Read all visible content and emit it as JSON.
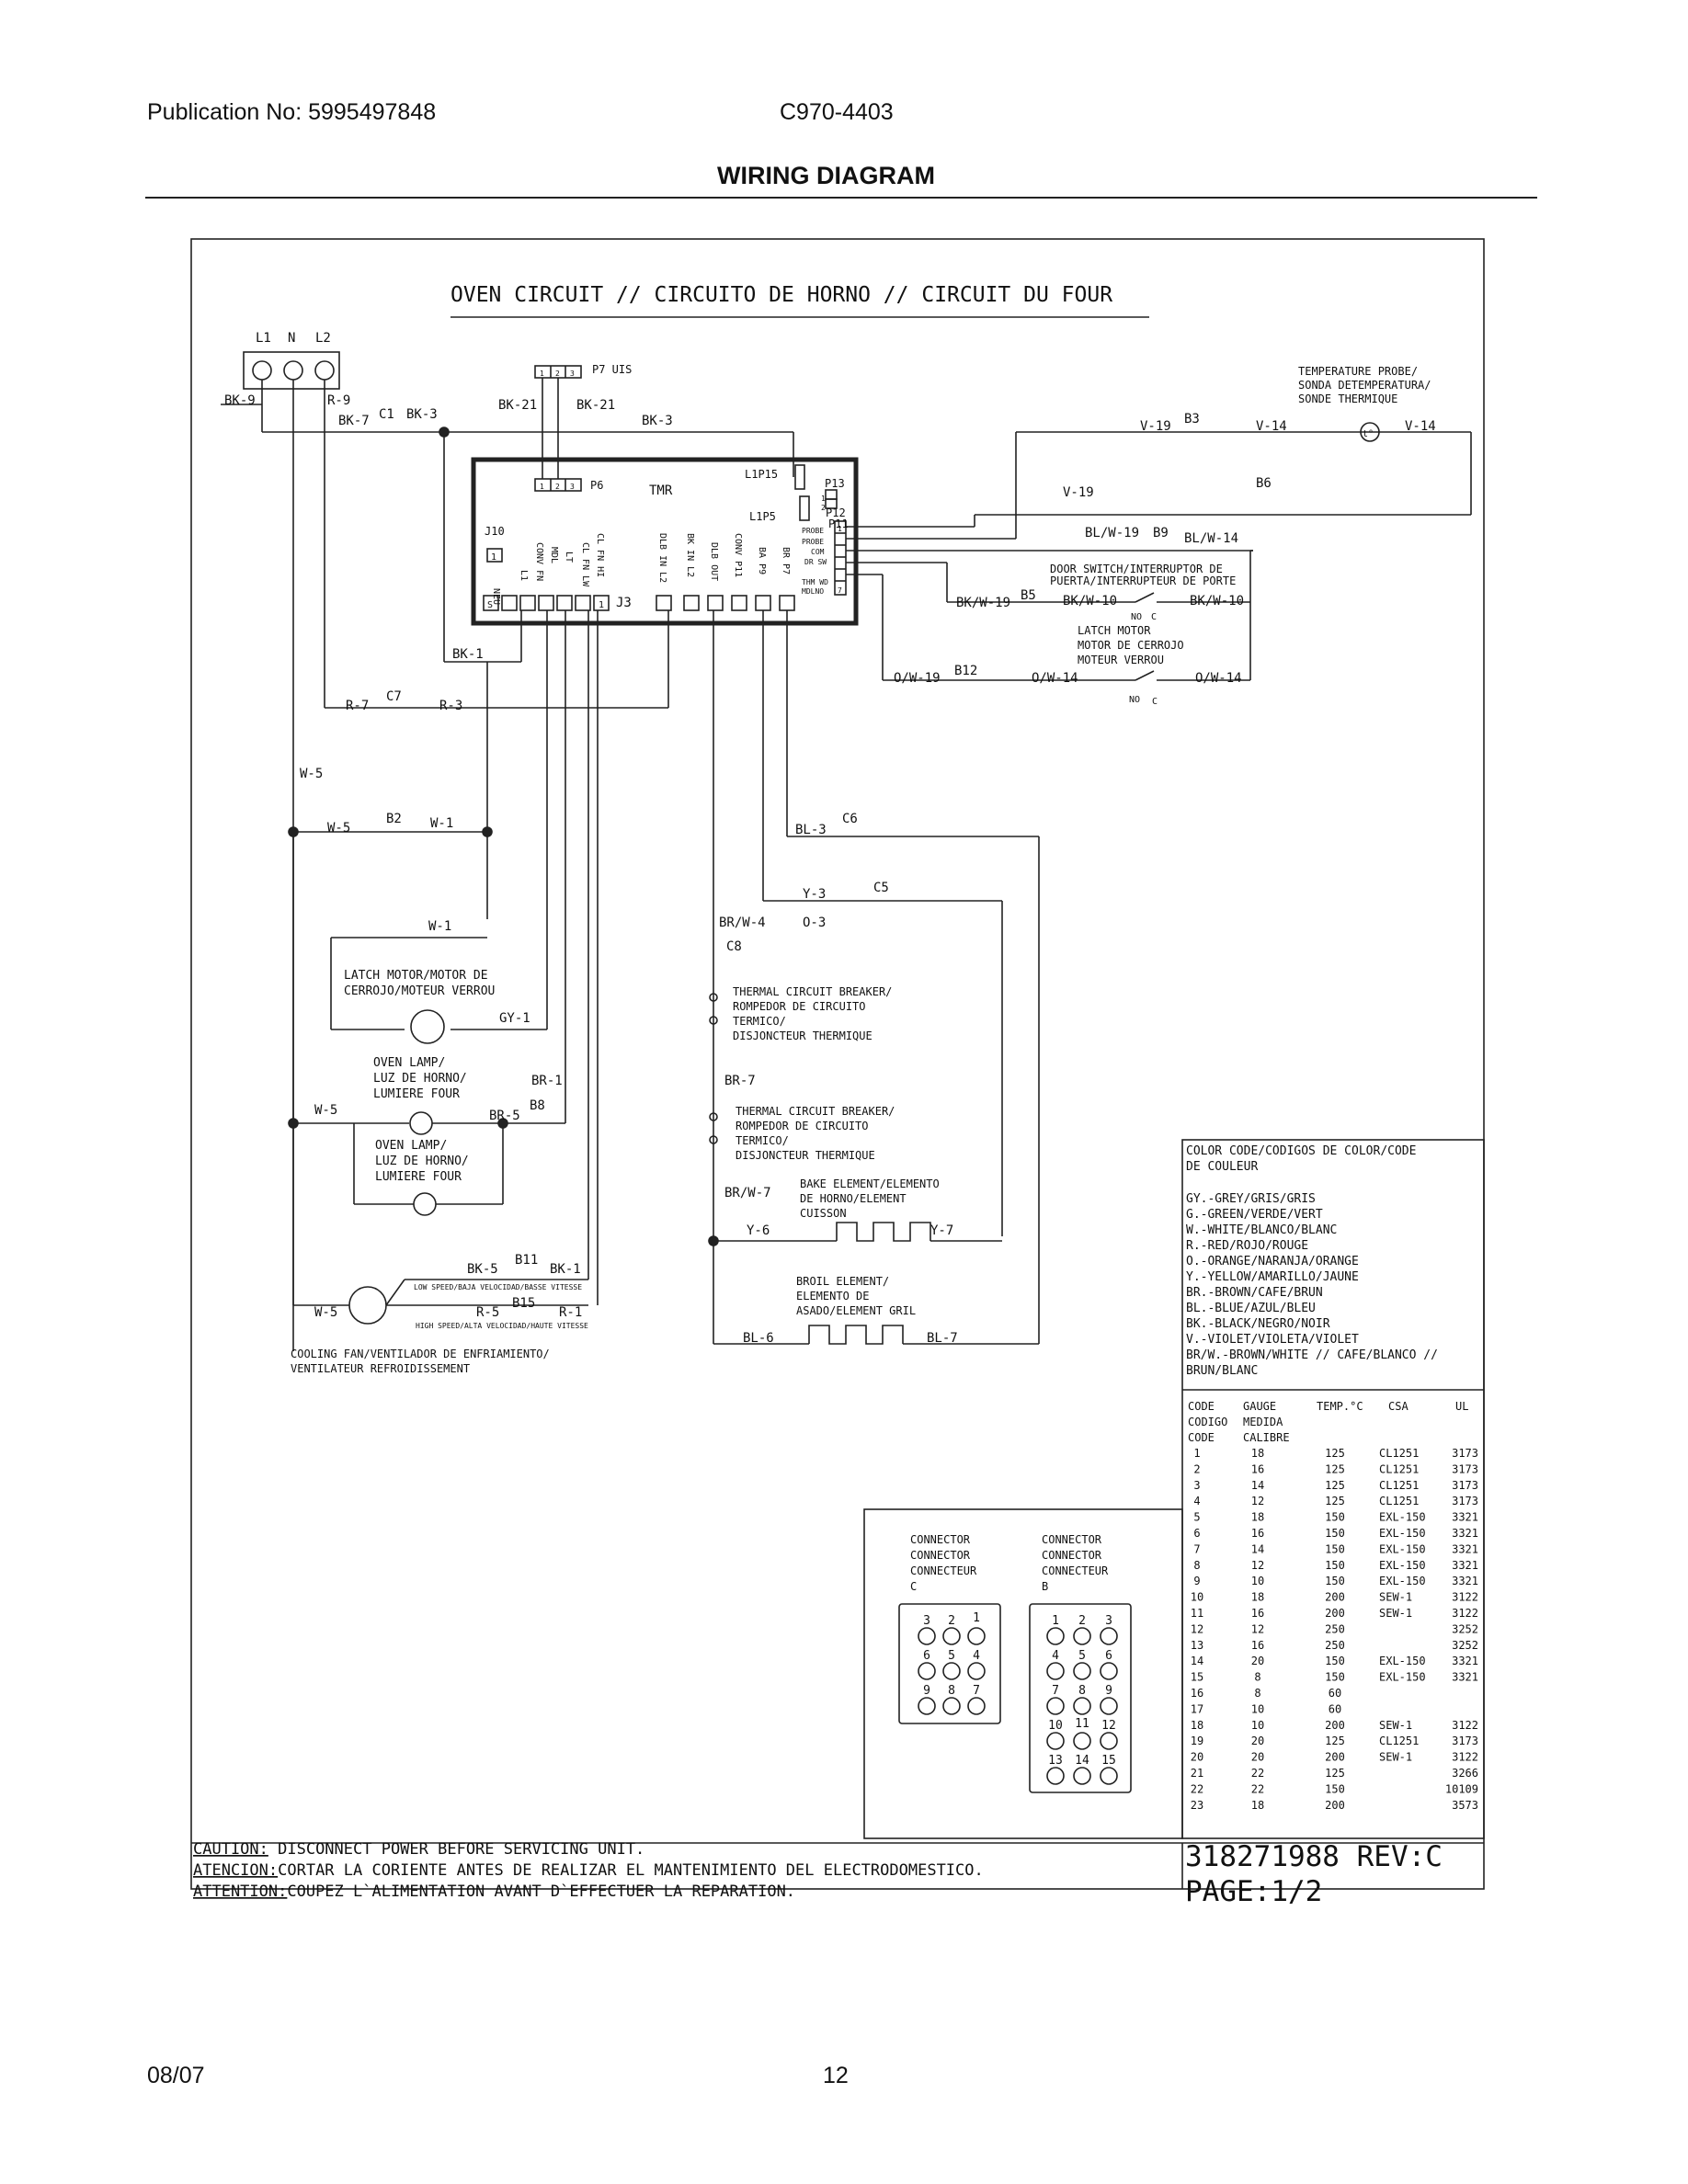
{
  "header": {
    "publication": "Publication No: 5995497848",
    "model": "C970-4403",
    "title": "WIRING DIAGRAM"
  },
  "footer": {
    "date": "08/07",
    "page": "12"
  },
  "diagram": {
    "title": "OVEN CIRCUIT // CIRCUITO DE HORNO // CIRCUIT DU FOUR",
    "terminals": [
      "L1",
      "N",
      "L2"
    ],
    "board": {
      "name": "TMR",
      "j10": "J10",
      "j3": "J3",
      "p6": "P6",
      "p7": "P7 UIS",
      "p13": "P13",
      "p12": "P12",
      "p11": "P11",
      "l1p15": "L1P15",
      "l1p5": "L1P5",
      "pin_labels": [
        "NEU",
        "L1",
        "CONV FN",
        "MDL",
        "LT",
        "CL FN LW",
        "CL FN HI",
        "DLB IN L2",
        "BK IN L2",
        "DLB OUT",
        "CONV P11",
        "BA P9",
        "BR P7"
      ],
      "pin_s": "S",
      "pin_1": "1",
      "p11_labels": [
        "PROBE",
        "PROBE",
        "COM",
        "DR SW",
        "THM WD",
        "MDLNO"
      ],
      "p11_pin1": "1",
      "p11_pin7": "7",
      "small_nums": [
        "1",
        "2",
        "3",
        "1",
        "2",
        "3",
        "1",
        "2",
        "1"
      ]
    },
    "wires": {
      "bk9": "BK-9",
      "r9": "R-9",
      "bk7": "BK-7",
      "c1": "C1",
      "bk3a": "BK-3",
      "bk21a": "BK-21",
      "bk21b": "BK-21",
      "bk3b": "BK-3",
      "bk1": "BK-1",
      "r7": "R-7",
      "c7": "C7",
      "r3": "R-3",
      "w5a": "W-5",
      "w5b": "W-5",
      "b2": "B2",
      "w1a": "W-1",
      "w1b": "W-1",
      "gy1": "GY-1",
      "br1": "BR-1",
      "w5c": "W-5",
      "br5": "BR-5",
      "b8": "B8",
      "bk5": "BK-5",
      "b11": "B11",
      "bk1b": "BK-1",
      "w5d": "W-5",
      "r5": "R-5",
      "b15": "B15",
      "r1": "R-1",
      "bl3": "BL-3",
      "c6": "C6",
      "y3": "Y-3",
      "c5": "C5",
      "brw4": "BR/W-4",
      "o3": "O-3",
      "c8": "C8",
      "br7": "BR-7",
      "brw7": "BR/W-7",
      "y6": "Y-6",
      "y7": "Y-7",
      "bl6": "BL-6",
      "bl7": "BL-7",
      "v19a": "V-19",
      "b3": "B3",
      "v14a": "V-14",
      "v14b": "V-14",
      "v19b": "V-19",
      "b6": "B6",
      "blw19": "BL/W-19",
      "b9": "B9",
      "blw14": "BL/W-14",
      "bkw19": "BK/W-19",
      "b5": "B5",
      "bkw10a": "BK/W-10",
      "bkw10b": "BK/W-10",
      "ow19": "O/W-19",
      "b12": "B12",
      "ow14a": "O/W-14",
      "ow14b": "O/W-14",
      "no1": "NO",
      "c_1": "C",
      "no2": "NO",
      "c_2": "C"
    },
    "components": {
      "probe": [
        "TEMPERATURE PROBE/",
        "SONDA DETEMPERATURA/",
        "SONDE THERMIQUE"
      ],
      "probe_sym": "t°",
      "door_switch": [
        "DOOR SWITCH/INTERRUPTOR DE",
        "PUERTA/INTERRUPTEUR DE PORTE"
      ],
      "latch_switch": [
        "LATCH MOTOR",
        "MOTOR DE CERROJO",
        "MOTEUR VERROU"
      ],
      "latch_motor": [
        "LATCH MOTOR/MOTOR DE",
        "CERROJO/MOTEUR VERROU"
      ],
      "oven_lamp1": [
        "OVEN LAMP/",
        "LUZ DE HORNO/",
        "LUMIERE FOUR"
      ],
      "oven_lamp2": [
        "OVEN LAMP/",
        "LUZ DE HORNO/",
        "LUMIERE FOUR"
      ],
      "fan_low": "LOW SPEED/BAJA VELOCIDAD/BASSE VITESSE",
      "fan_high": "HIGH SPEED/ALTA VELOCIDAD/HAUTE VITESSE",
      "fan": [
        "COOLING FAN/VENTILADOR DE ENFRIAMIENTO/",
        "VENTILATEUR REFROIDISSEMENT"
      ],
      "breaker1": [
        "THERMAL CIRCUIT BREAKER/",
        "ROMPEDOR DE CIRCUITO",
        "TERMICO/",
        "DISJONCTEUR THERMIQUE"
      ],
      "breaker2": [
        "THERMAL CIRCUIT BREAKER/",
        "ROMPEDOR DE CIRCUITO",
        "TERMICO/",
        "DISJONCTEUR THERMIQUE"
      ],
      "bake": [
        "BAKE ELEMENT/ELEMENTO",
        "DE HORNO/ELEMENT",
        "CUISSON"
      ],
      "broil": [
        "BROIL ELEMENT/",
        "ELEMENTO DE",
        "ASADO/ELEMENT GRIL"
      ]
    },
    "color_code": {
      "title": [
        "COLOR CODE/CODIGOS DE COLOR/CODE",
        "DE COULEUR"
      ],
      "items": [
        "GY.-GREY/GRIS/GRIS",
        "G.-GREEN/VERDE/VERT",
        "W.-WHITE/BLANCO/BLANC",
        "R.-RED/ROJO/ROUGE",
        "O.-ORANGE/NARANJA/ORANGE",
        "Y.-YELLOW/AMARILLO/JAUNE",
        "BR.-BROWN/CAFE/BRUN",
        "BL.-BLUE/AZUL/BLEU",
        "BK.-BLACK/NEGRO/NOIR",
        "V.-VIOLET/VIOLETA/VIOLET",
        "BR/W.-BROWN/WHITE // CAFE/BLANCO //",
        "BRUN/BLANC"
      ]
    },
    "gauge_table": {
      "headers": [
        "CODE",
        "GAUGE",
        "TEMP.°C",
        "CSA",
        "UL"
      ],
      "header2": [
        "CODIGO",
        "MEDIDA"
      ],
      "header3": [
        "CODE",
        "CALIBRE"
      ],
      "rows": [
        [
          "1",
          "18",
          "125",
          "CL1251",
          "3173"
        ],
        [
          "2",
          "16",
          "125",
          "CL1251",
          "3173"
        ],
        [
          "3",
          "14",
          "125",
          "CL1251",
          "3173"
        ],
        [
          "4",
          "12",
          "125",
          "CL1251",
          "3173"
        ],
        [
          "5",
          "18",
          "150",
          "EXL-150",
          "3321"
        ],
        [
          "6",
          "16",
          "150",
          "EXL-150",
          "3321"
        ],
        [
          "7",
          "14",
          "150",
          "EXL-150",
          "3321"
        ],
        [
          "8",
          "12",
          "150",
          "EXL-150",
          "3321"
        ],
        [
          "9",
          "10",
          "150",
          "EXL-150",
          "3321"
        ],
        [
          "10",
          "18",
          "200",
          "SEW-1",
          "3122"
        ],
        [
          "11",
          "16",
          "200",
          "SEW-1",
          "3122"
        ],
        [
          "12",
          "12",
          "250",
          "",
          "3252"
        ],
        [
          "13",
          "16",
          "250",
          "",
          "3252"
        ],
        [
          "14",
          "20",
          "150",
          "EXL-150",
          "3321"
        ],
        [
          "15",
          "8",
          "150",
          "EXL-150",
          "3321"
        ],
        [
          "16",
          "8",
          "60",
          "",
          ""
        ],
        [
          "17",
          "10",
          "60",
          "",
          ""
        ],
        [
          "18",
          "10",
          "200",
          "SEW-1",
          "3122"
        ],
        [
          "19",
          "20",
          "125",
          "CL1251",
          "3173"
        ],
        [
          "20",
          "20",
          "200",
          "SEW-1",
          "3122"
        ],
        [
          "21",
          "22",
          "125",
          "",
          "3266"
        ],
        [
          "22",
          "22",
          "150",
          "",
          "10109"
        ],
        [
          "23",
          "18",
          "200",
          "",
          "3573"
        ]
      ]
    },
    "connectors": {
      "c_title": [
        "CONNECTOR",
        "CONNECTOR",
        "CONNECTEUR",
        "C"
      ],
      "b_title": [
        "CONNECTOR",
        "CONNECTOR",
        "CONNECTEUR",
        "B"
      ],
      "c_nums": [
        "3",
        "2",
        "1",
        "6",
        "5",
        "4",
        "9",
        "8",
        "7"
      ],
      "b_nums": [
        "1",
        "2",
        "3",
        "4",
        "5",
        "6",
        "7",
        "8",
        "9",
        "10",
        "11",
        "12",
        "13",
        "14",
        "15"
      ]
    },
    "caution": {
      "l1_label": "CAUTION:",
      "l1_text": " DISCONNECT POWER BEFORE SERVICING UNIT.",
      "l2_label": "ATENCION:",
      "l2_text": "CORTAR LA CORIENTE ANTES DE REALIZAR EL MANTENIMIENTO DEL ELECTRODOMESTICO.",
      "l3_label": "ATTENTION:",
      "l3_text": "COUPEZ L`ALIMENTATION AVANT D`EFFECTUER LA REPARATION."
    },
    "part_number": "318271988 REV:C",
    "page": "PAGE:1/2"
  }
}
